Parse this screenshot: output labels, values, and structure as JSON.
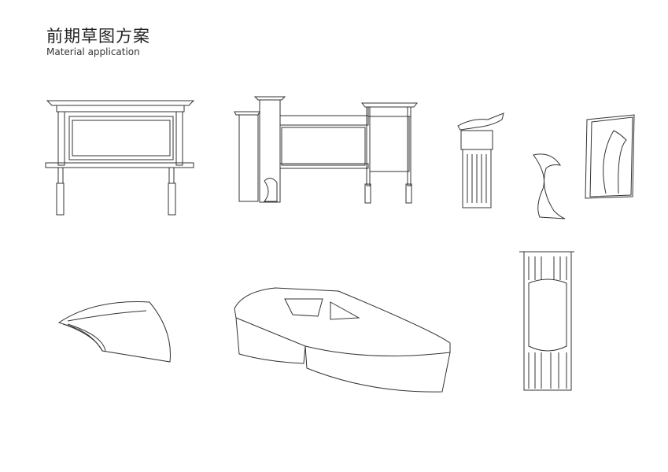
{
  "header": {
    "title": "前期草图方案",
    "subtitle": "Material application"
  },
  "sketches": [
    {
      "name": "signboard-frame"
    },
    {
      "name": "entrance-gate-with-pillars"
    },
    {
      "name": "trash-bin"
    },
    {
      "name": "wave-sculpture"
    },
    {
      "name": "panel-sign"
    },
    {
      "name": "curved-seat"
    },
    {
      "name": "planter-bench"
    },
    {
      "name": "totem-pillar"
    }
  ]
}
